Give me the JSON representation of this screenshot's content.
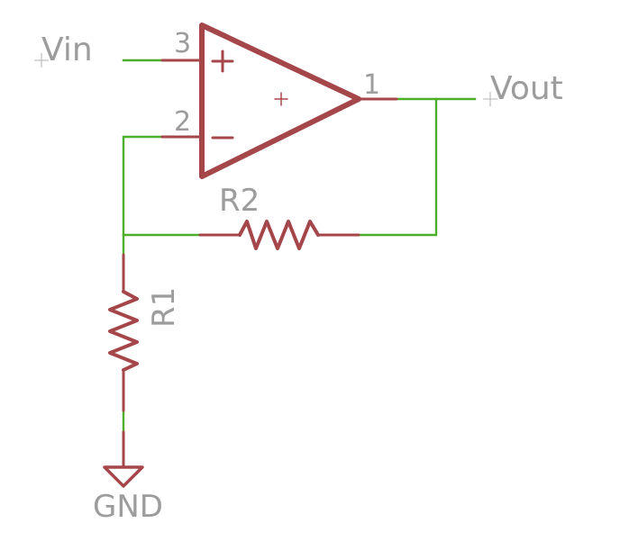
{
  "schematic": {
    "opamp": {
      "pin_noninverting": "3",
      "pin_inverting": "2",
      "pin_output": "1",
      "plus_sign": "+",
      "minus_sign": "−",
      "center_mark": "+"
    },
    "nets": {
      "input": "Vin",
      "output": "Vout",
      "ground": "GND"
    },
    "resistors": {
      "feedback": "R2",
      "ground_leg": "R1"
    },
    "colors": {
      "wire": "#4caf2a",
      "symbol": "#a5474a",
      "label": "#9c9c9c"
    }
  }
}
